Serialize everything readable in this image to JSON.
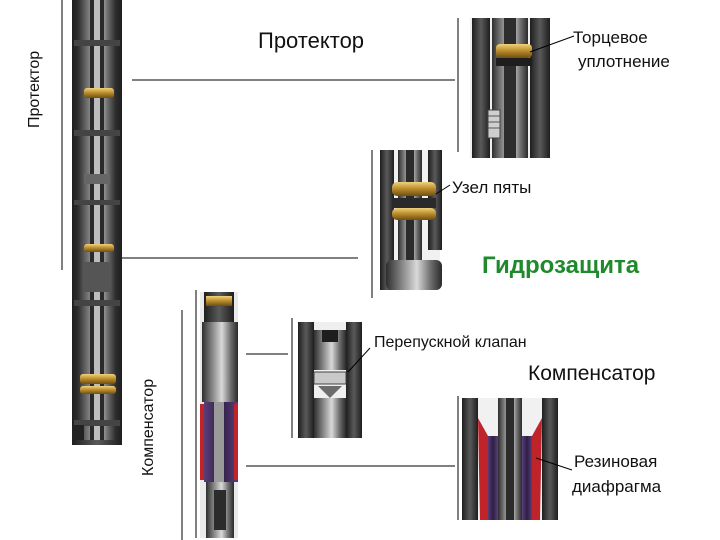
{
  "labels": {
    "protector_vertical": "Протектор",
    "protector": "Протектор",
    "end_seal_line1": "Торцевое",
    "end_seal_line2": "уплотнение",
    "thrust_bearing": "Узел пяты",
    "title": "Гидрозащита",
    "bypass_valve": "Перепускной клапан",
    "compensator_vertical": "Компенсатор",
    "compensator": "Компенсатор",
    "diaphragm_line1": "Резиновая",
    "diaphragm_line2": "диафрагма"
  },
  "colors": {
    "title_green": "#1f8a2b",
    "steel_dark": "#3c3c3c",
    "steel_mid": "#8a8a8a",
    "steel_light": "#d6d6d6",
    "brass": "#c9a24a",
    "rubber_red": "#c0242b",
    "diaphragm_purple": "#3d2a55"
  }
}
